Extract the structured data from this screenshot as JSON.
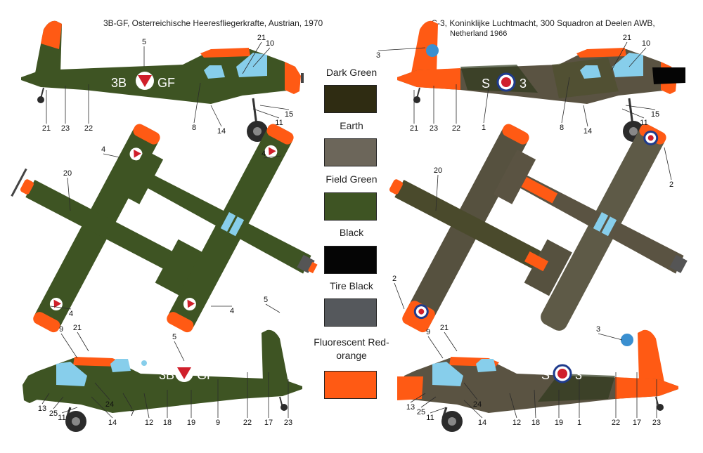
{
  "captions": {
    "left_title": "3B-GF, Osterreichische Heeresfliegerkrafte, Austrian, 1970",
    "right_title_1": "S-3, Koninklijke Luchtmacht, 300 Squadron at Deelen AWB,",
    "right_title_2": "Netherland 1966"
  },
  "markings": {
    "austria_code_left": "3B",
    "austria_code_right": "GF",
    "nl_code_left": "S",
    "nl_code_right": "3"
  },
  "swatches": [
    {
      "label": "Dark Green",
      "color": "#2f2c12"
    },
    {
      "label": "Earth",
      "color": "#6c665a"
    },
    {
      "label": "Field Green",
      "color": "#3e5423"
    },
    {
      "label": "Black",
      "color": "#050505"
    },
    {
      "label": "Tire Black",
      "color": "#55585c"
    },
    {
      "label": "Fluorescent Red-orange",
      "color": "#ff5a14"
    }
  ],
  "callouts": {
    "a_top": [
      "5",
      "21",
      "10",
      "8",
      "15",
      "11",
      "14",
      "21",
      "23",
      "22"
    ],
    "a_plan": [
      "4",
      "4",
      "20",
      "4",
      "4"
    ],
    "a_bottom": [
      "9",
      "21",
      "5",
      "5",
      "13",
      "25",
      "11",
      "14",
      "24",
      "7",
      "12",
      "18",
      "19",
      "9",
      "22",
      "17",
      "23"
    ],
    "n_top": [
      "3",
      "21",
      "10",
      "1",
      "8",
      "15",
      "11",
      "14",
      "21",
      "23",
      "22"
    ],
    "n_plan": [
      "20",
      "2",
      "2"
    ],
    "n_bottom": [
      "9",
      "21",
      "3",
      "13",
      "25",
      "11",
      "14",
      "24",
      "12",
      "18",
      "19",
      "1",
      "22",
      "17",
      "23"
    ]
  },
  "colors": {
    "field_green": "#3e5423",
    "dark_green": "#2f2c12",
    "earth": "#6c665a",
    "red_orange": "#ff5a14",
    "black": "#050505",
    "tire_black": "#55585c",
    "canopy_blue": "#87ceeb",
    "roundel_red": "#d01f2b",
    "roundel_blue": "#1f3b8c"
  }
}
